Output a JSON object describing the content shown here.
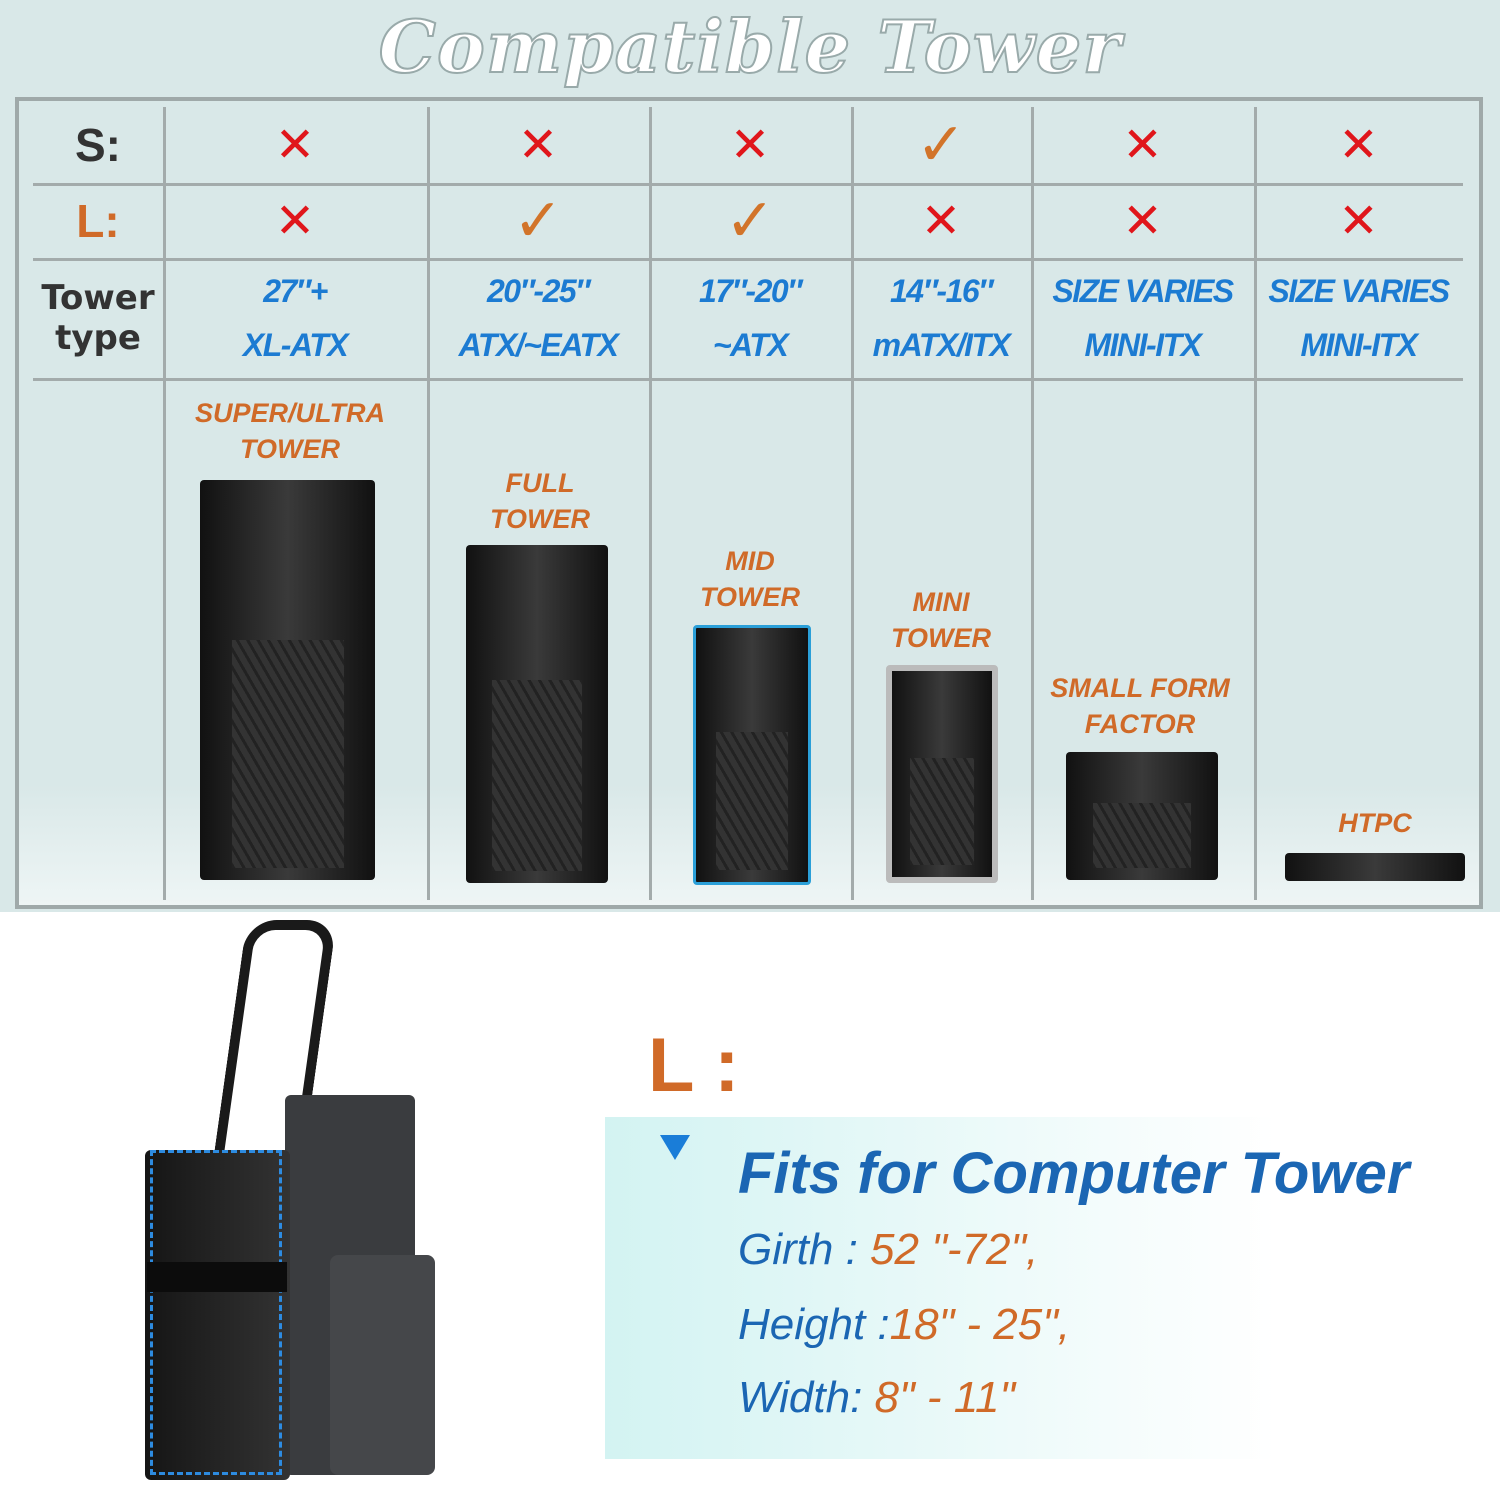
{
  "title": "Compatible Tower",
  "rows": {
    "s_label": "S:",
    "l_label": "L:",
    "type_label_1": "Tower",
    "type_label_2": "type"
  },
  "columns": [
    {
      "s": "cross-icon",
      "l": "cross-icon",
      "size": "27″+",
      "form": "XL-ATX",
      "name1": "SUPER/ULTRA",
      "name2": "TOWER"
    },
    {
      "s": "cross-icon",
      "l": "check-icon",
      "size": "20″-25″",
      "form": "ATX/~EATX",
      "name1": "FULL",
      "name2": "TOWER"
    },
    {
      "s": "cross-icon",
      "l": "check-icon",
      "size": "17″-20″",
      "form": "~ATX",
      "name1": "MID",
      "name2": "TOWER"
    },
    {
      "s": "check-icon",
      "l": "cross-icon",
      "size": "14″-16″",
      "form": "mATX/ITX",
      "name1": "MINI",
      "name2": "TOWER"
    },
    {
      "s": "cross-icon",
      "l": "cross-icon",
      "size": "SIZE VARIES",
      "form": "MINI-ITX",
      "name1": "SMALL FORM",
      "name2": "FACTOR"
    },
    {
      "s": "cross-icon",
      "l": "cross-icon",
      "size": "SIZE VARIES",
      "form": "MINI-ITX",
      "name1": "HTPC",
      "name2": ""
    }
  ],
  "spec": {
    "size_label": "L :",
    "heading": "Fits for Computer Tower",
    "girth_label": "Girth : ",
    "girth_value": "52 \"-72\",",
    "height_label": "Height :",
    "height_value": "18\" - 25\",",
    "width_label": "Width: ",
    "width_value": "8\" - 11\""
  },
  "colors": {
    "cross": "#e0161b",
    "check": "#d2742a",
    "blue": "#1c7bd2",
    "orange": "#d06a28"
  }
}
